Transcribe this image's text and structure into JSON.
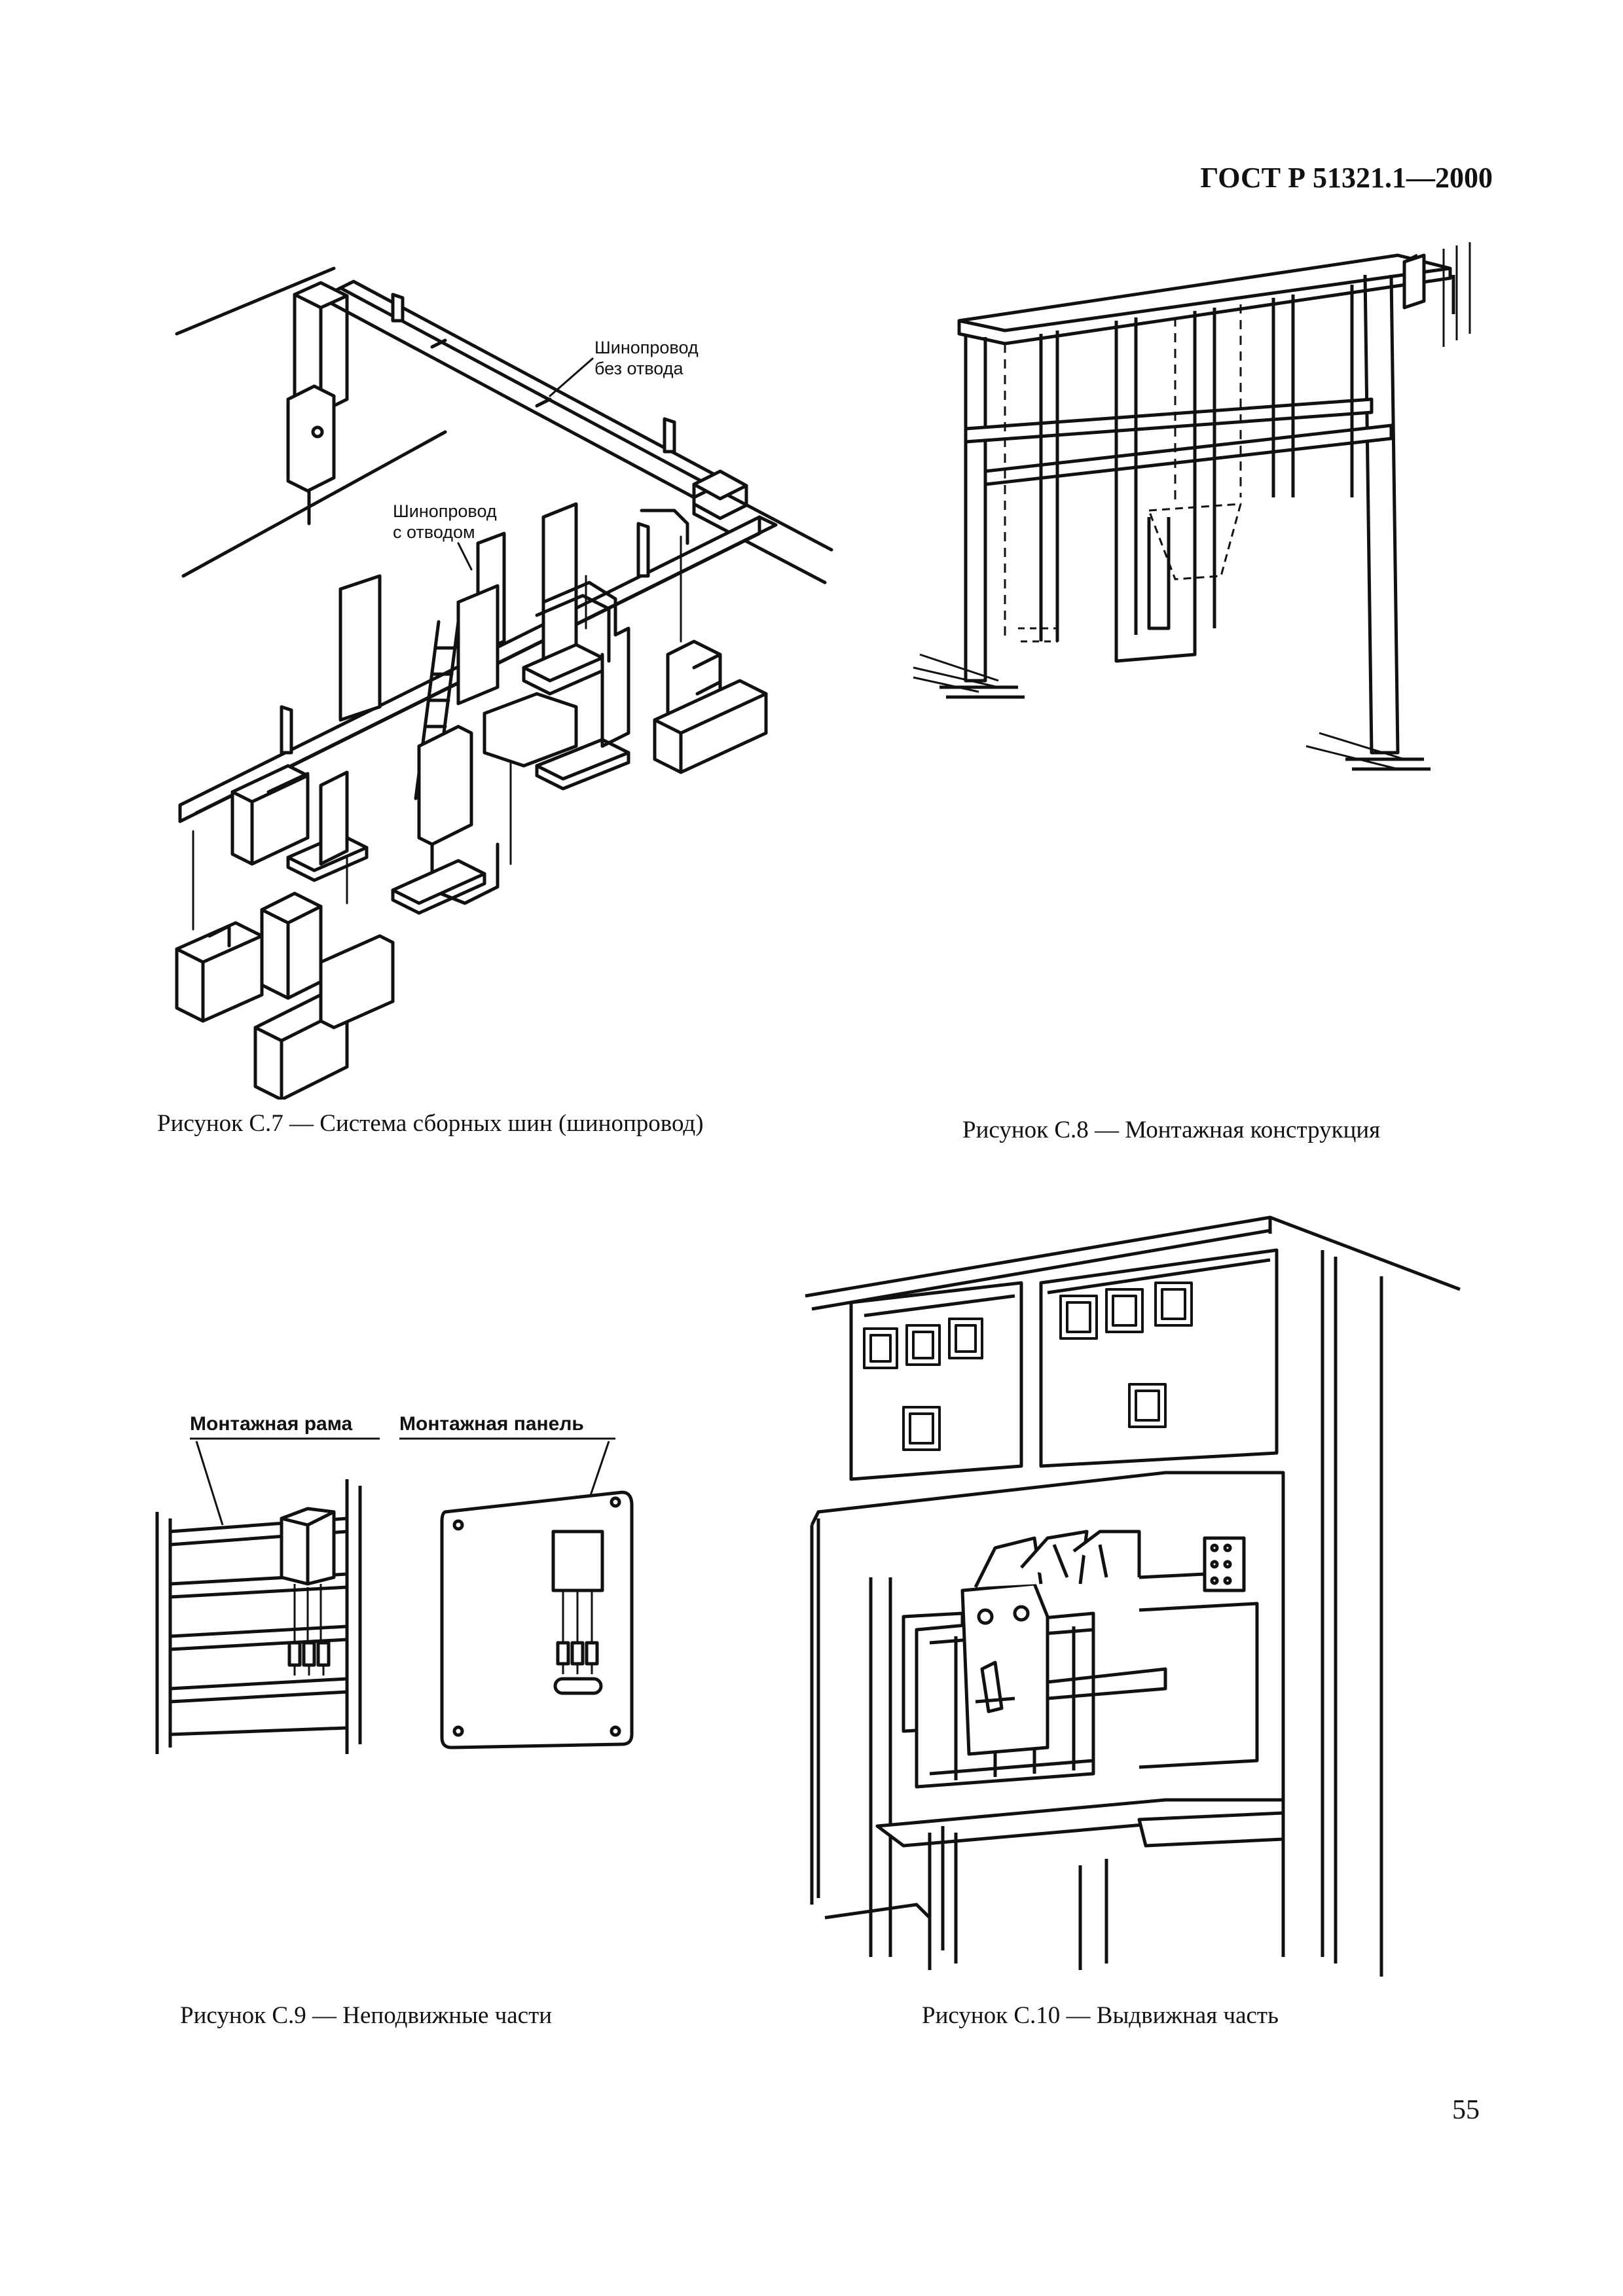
{
  "header": {
    "standard": "ГОСТ Р 51321.1—2000"
  },
  "page_number": "55",
  "figures": {
    "c7": {
      "caption": "Рисунок С.7 — Система сборных шин (шинопровод)",
      "label_no_tap_1": "Шинопровод",
      "label_no_tap_2": "без отвода",
      "label_tap_1": "Шинопровод",
      "label_tap_2": "с отводом"
    },
    "c8": {
      "caption": "Рисунок С.8 — Монтажная конструкция"
    },
    "c9": {
      "caption": "Рисунок С.9 — Неподвижные части",
      "label_frame": "Монтажная рама",
      "label_panel": "Монтажная панель"
    },
    "c10": {
      "caption": "Рисунок С.10 — Выдвижная часть"
    }
  }
}
